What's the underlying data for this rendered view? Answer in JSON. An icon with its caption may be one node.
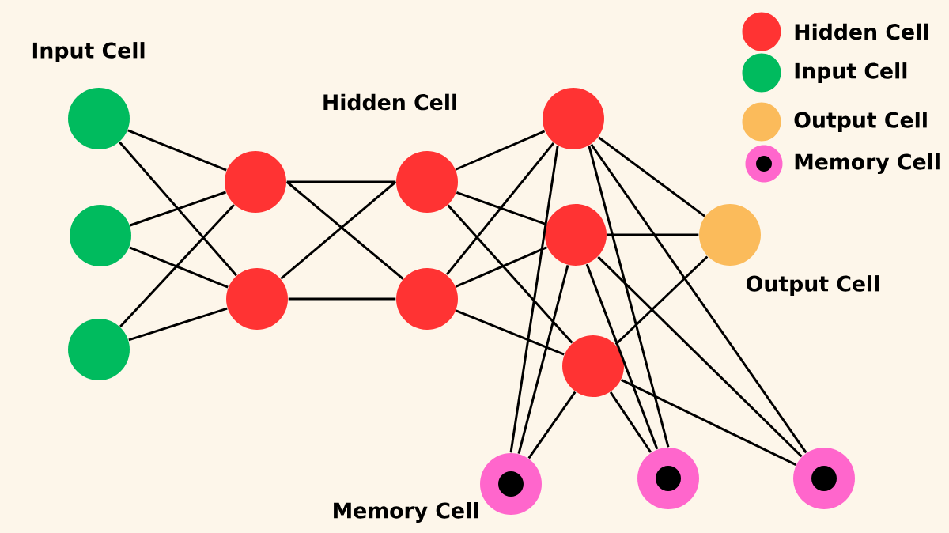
{
  "diagram": {
    "nodes": [
      {
        "text": [
          "Input Cell"
        ]
      },
      {
        "text": [],
        "shape": "circle"
      },
      {
        "text": [],
        "shape": "circle"
      },
      {
        "text": [],
        "shape": "circle"
      },
      {
        "text": [],
        "shape": "circle"
      },
      {
        "text": [],
        "shape": "circle"
      },
      {
        "text": [
          "Hidden Cell"
        ]
      },
      {
        "text": [],
        "shape": "circle"
      },
      {
        "text": [],
        "shape": "circle"
      },
      {
        "text": [],
        "shape": "circle"
      },
      {
        "text": [],
        "shape": "circle"
      },
      {
        "text": [],
        "shape": "circle"
      },
      {
        "text": [],
        "shape": "circle"
      },
      {
        "text": [
          "Output Cell"
        ]
      },
      {
        "text": [],
        "shape": "circle"
      },
      {
        "text": [],
        "shape": "circle"
      },
      {
        "text": [],
        "shape": "circle"
      },
      {
        "text": [
          "Memory Cell"
        ]
      }
    ],
    "edges": [
      {
        "from": 1,
        "to": 4,
        "arrow": "none"
      },
      {
        "from": 1,
        "to": 5,
        "arrow": "none"
      },
      {
        "from": 2,
        "to": 4,
        "arrow": "none"
      },
      {
        "from": 2,
        "to": 5,
        "arrow": "none"
      },
      {
        "from": 3,
        "to": 4,
        "arrow": "none"
      },
      {
        "from": 3,
        "to": 5,
        "arrow": "none"
      },
      {
        "from": 4,
        "to": 7,
        "arrow": "none"
      },
      {
        "from": 4,
        "to": 8,
        "arrow": "none"
      },
      {
        "from": 5,
        "to": 7,
        "arrow": "none"
      },
      {
        "from": 5,
        "to": 8,
        "arrow": "none"
      },
      {
        "from": 7,
        "to": 9,
        "arrow": "none"
      },
      {
        "from": 7,
        "to": 10,
        "arrow": "none"
      },
      {
        "from": 7,
        "to": 11,
        "arrow": "none"
      },
      {
        "from": 8,
        "to": 9,
        "arrow": "none"
      },
      {
        "from": 8,
        "to": 10,
        "arrow": "none"
      },
      {
        "from": 8,
        "to": 11,
        "arrow": "none"
      },
      {
        "from": 9,
        "to": 12,
        "arrow": "none"
      },
      {
        "from": 9,
        "to": 14,
        "arrow": "none"
      },
      {
        "from": 9,
        "to": 15,
        "arrow": "none"
      },
      {
        "from": 9,
        "to": 16,
        "arrow": "none"
      },
      {
        "from": 10,
        "to": 12,
        "arrow": "none"
      },
      {
        "from": 10,
        "to": 14,
        "arrow": "none"
      },
      {
        "from": 10,
        "to": 15,
        "arrow": "none"
      },
      {
        "from": 10,
        "to": 16,
        "arrow": "none"
      },
      {
        "from": 11,
        "to": 12,
        "arrow": "none"
      },
      {
        "from": 11,
        "to": 14,
        "arrow": "none"
      },
      {
        "from": 11,
        "to": 15,
        "arrow": "none"
      },
      {
        "from": 11,
        "to": 16,
        "arrow": "none"
      }
    ],
    "legend": [
      {
        "text": "Hidden Cell",
        "color": "#ff3333"
      },
      {
        "text": "Input Cell",
        "color": "#00bb5e"
      },
      {
        "text": "Output Cell",
        "color": "#fbbb5b"
      },
      {
        "text": "Memory Cell"
      }
    ]
  }
}
